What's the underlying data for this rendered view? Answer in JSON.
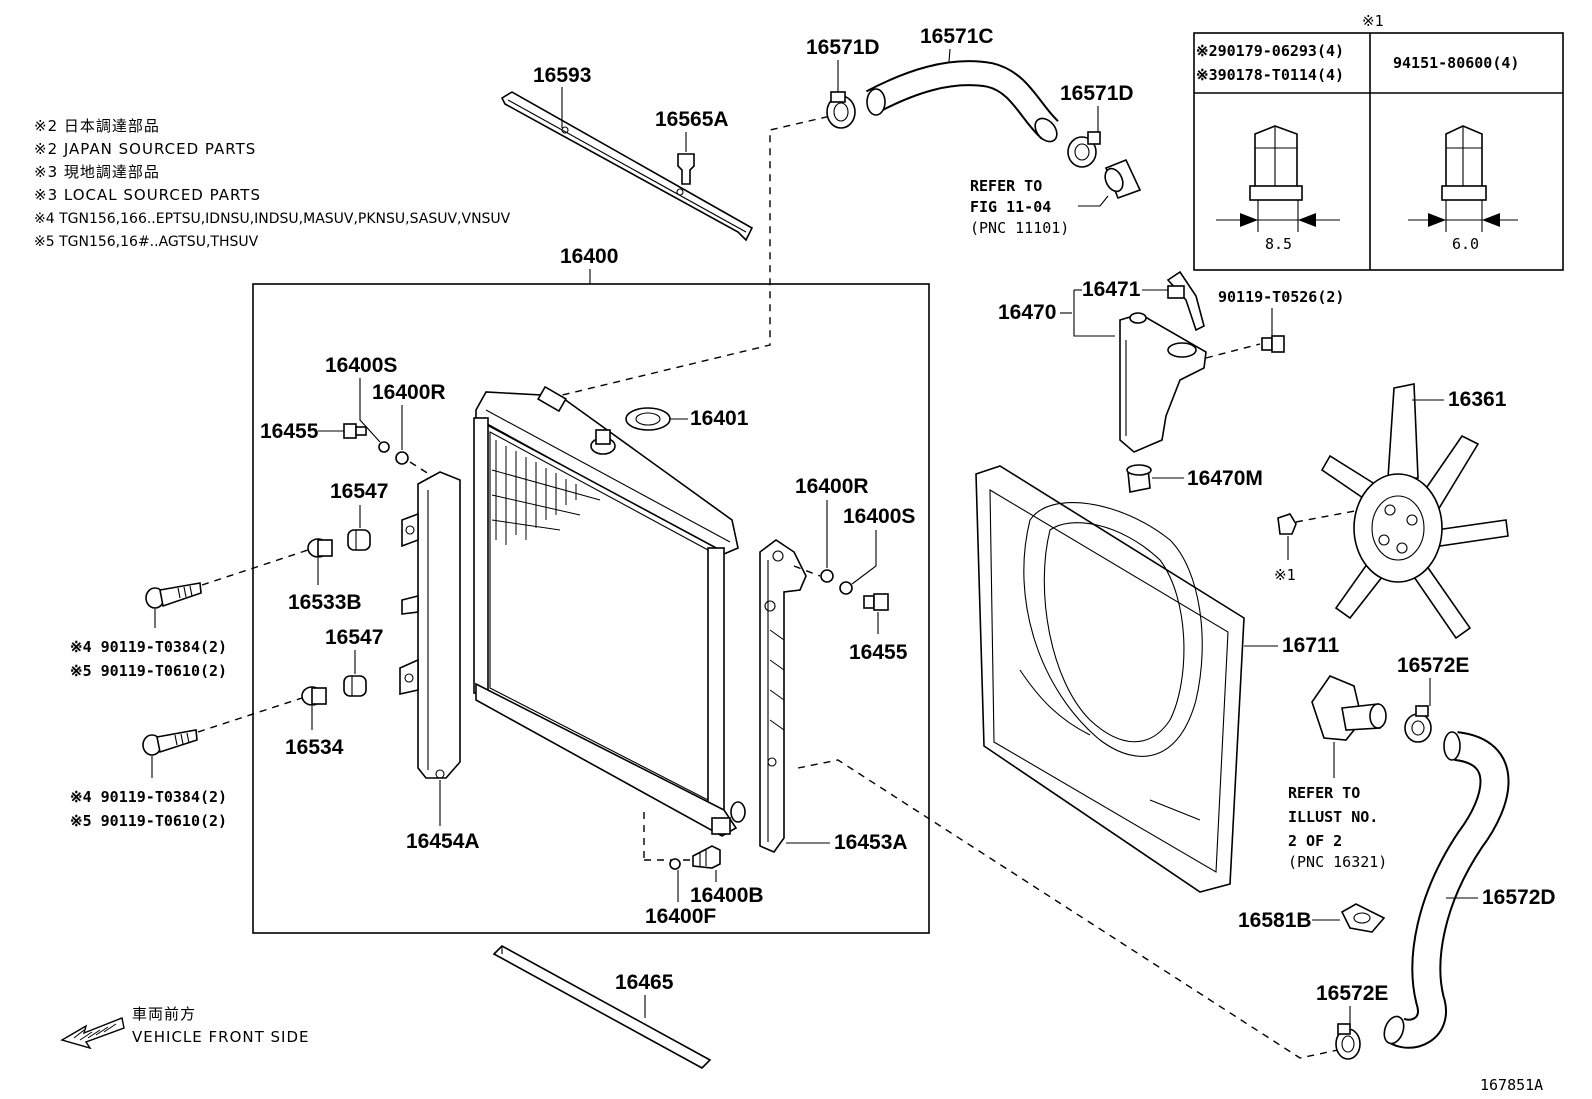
{
  "notes": [
    "※2 日本調達部品",
    "※2 JAPAN SOURCED PARTS",
    "※3 現地調達部品",
    "※3 LOCAL SOURCED PARTS",
    "※4 TGN156,166..EPTSU,IDNSU,INDSU,MASUV,PKNSU,SASUV,VNSUV",
    "※5 TGN156,16#..AGTSU,THSUV"
  ],
  "table": {
    "header_mark": "※1",
    "left_line1": "※290179-06293(4)",
    "left_line2": "※390178-T0114(4)",
    "right_line1": "94151-80600(4)",
    "left_dim": "8.5",
    "right_dim": "6.0"
  },
  "labels": {
    "p16593": "16593",
    "p16565A": "16565A",
    "p16571D_a": "16571D",
    "p16571C": "16571C",
    "p16571D_b": "16571D",
    "p16400": "16400",
    "p16400S_a": "16400S",
    "p16400R_a": "16400R",
    "p16455_a": "16455",
    "p16401": "16401",
    "p16547_a": "16547",
    "p16533B": "16533B",
    "p16547_b": "16547",
    "p16534": "16534",
    "p16454A": "16454A",
    "p16400R_b": "16400R",
    "p16400S_b": "16400S",
    "p16455_b": "16455",
    "p16453A": "16453A",
    "p16400B": "16400B",
    "p16400F": "16400F",
    "p16465": "16465",
    "p16470": "16470",
    "p16471": "16471",
    "p90119T0526": "90119-T0526(2)",
    "p16470M": "16470M",
    "p16361": "16361",
    "mark1": "※1",
    "p16711": "16711",
    "p16572E_a": "16572E",
    "p16572D": "16572D",
    "p16581B": "16581B",
    "p16572E_b": "16572E",
    "bolt1_a": "※4 90119-T0384(2)",
    "bolt1_b": "※5 90119-T0610(2)",
    "bolt2_a": "※4 90119-T0384(2)",
    "bolt2_b": "※5 90119-T0610(2)",
    "fig_id": "167851A"
  },
  "refers": {
    "ref1_line1": "REFER TO",
    "ref1_line2": "FIG 11-04",
    "ref1_line3": "(PNC 11101)",
    "ref2_line1": "REFER TO",
    "ref2_line2": "ILLUST NO.",
    "ref2_line3": "2 OF 2",
    "ref2_line4": "(PNC 16321)"
  },
  "front": {
    "jp": "車両前方",
    "en": "VEHICLE FRONT SIDE"
  }
}
